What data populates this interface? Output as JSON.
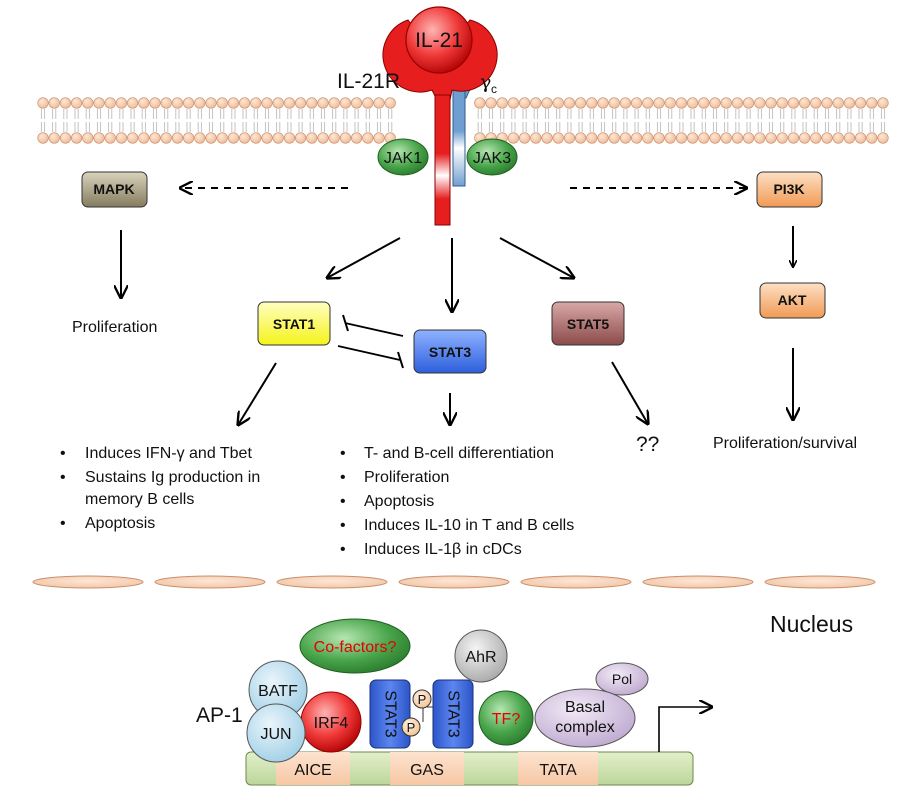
{
  "receptor": {
    "ligand": "IL-21",
    "receptor_label": "IL-21R",
    "gamma_chain_symbol": "γ",
    "gamma_chain_subscript": "c",
    "kinases": [
      "JAK1",
      "JAK3"
    ]
  },
  "pathways": {
    "mapk": {
      "label": "MAPK",
      "outcome": "Proliferation",
      "color": "#9a9277"
    },
    "pi3k": {
      "label": "PI3K",
      "color": "#f3a567"
    },
    "akt": {
      "label": "AKT",
      "outcome": "Proliferation/survival",
      "color": "#f3a567"
    },
    "stat1": {
      "label": "STAT1",
      "color": "#ffff33",
      "effects": [
        "Induces IFN-γ and Tbet",
        "Sustains Ig production in",
        "memory B cells",
        "Apoptosis"
      ]
    },
    "stat3": {
      "label": "STAT3",
      "color": "#3d6fe8",
      "effects": [
        "T- and B-cell differentiation",
        "Proliferation",
        "Apoptosis",
        "Induces IL-10 in T and B cells",
        "Induces IL-1β in cDCs"
      ]
    },
    "stat5": {
      "label": "STAT5",
      "outcome": "??",
      "color": "#a86464"
    }
  },
  "nucleus": {
    "label": "Nucleus",
    "ap1_label": "AP-1",
    "factors": {
      "cofactors": "Co-factors?",
      "ahr": "AhR",
      "pol": "Pol",
      "batf": "BATF",
      "jun": "JUN",
      "irf4": "IRF4",
      "stat3_left": "STAT3",
      "stat3_right": "STAT3",
      "phospho": "P",
      "tf": "TF?",
      "basal_line1": "Basal",
      "basal_line2": "complex"
    },
    "dna_elements": [
      "AICE",
      "GAS",
      "TATA"
    ]
  }
}
